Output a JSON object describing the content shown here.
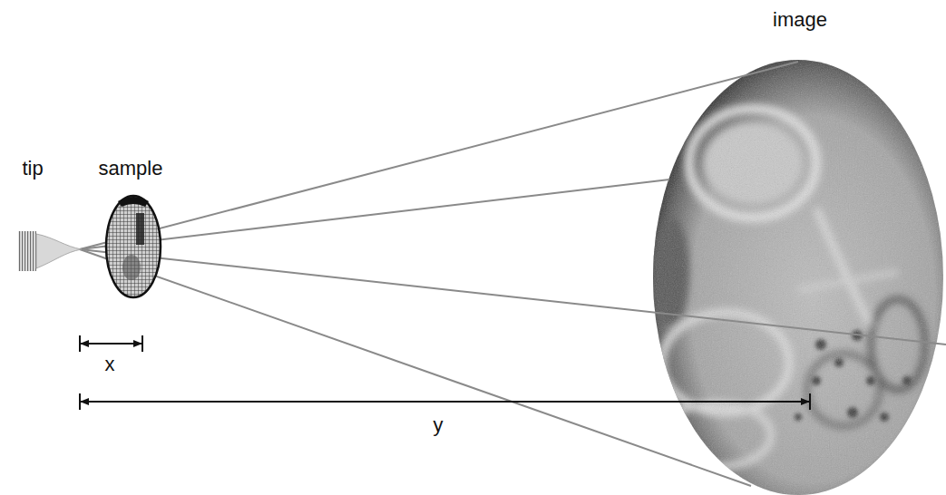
{
  "diagram": {
    "labels": [
      "tip",
      "sample",
      "image",
      "x",
      "y"
    ]
  }
}
